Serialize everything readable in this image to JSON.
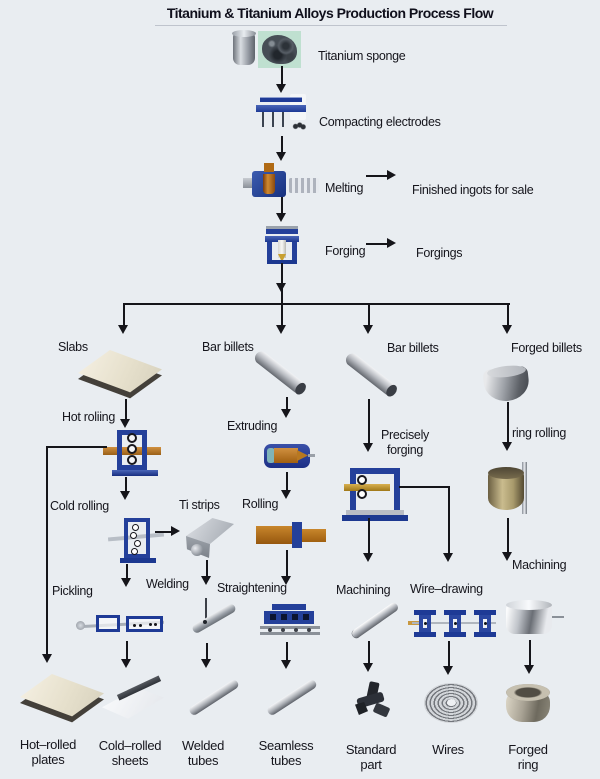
{
  "title": "Titanium & Titanium Alloys Production Process Flow",
  "colors": {
    "background": "#e9edf1",
    "machine_blue": "#24409a",
    "copper": "#c07820",
    "gold_bar": "#c8a030",
    "line": "#15151a",
    "text": "#15151c",
    "sponge_green": "#bfe0d0"
  },
  "top_chain": {
    "sponge": "Titanium sponge",
    "compacting": "Compacting electrodes",
    "melting": "Melting",
    "melting_output": "Finished ingots for sale",
    "forging": "Forging",
    "forging_output": "Forgings"
  },
  "branch_inputs": {
    "slabs": "Slabs",
    "bar_billets_1": "Bar billets",
    "bar_billets_2": "Bar billets",
    "forged_billets": "Forged billets"
  },
  "processes": {
    "hot_rolling": "Hot roliing",
    "cold_rolling": "Cold rolling",
    "pickling": "Pickling",
    "ti_strips": "Ti strips",
    "welding": "Welding",
    "extruding": "Extruding",
    "rolling": "Rolling",
    "straightening": "Straightening",
    "precisely_forging_line1": "Precisely",
    "precisely_forging_line2": "forging",
    "machining_bar": "Machining",
    "wire_drawing": "Wire–drawing",
    "ring_rolling": "ring rolling",
    "machining_ring": "Machining"
  },
  "products": {
    "hot_rolled_line1": "Hot–rolled",
    "hot_rolled_line2": "plates",
    "cold_rolled_line1": "Cold–rolled",
    "cold_rolled_line2": "sheets",
    "welded_line1": "Welded",
    "welded_line2": "tubes",
    "seamless_line1": "Seamless",
    "seamless_line2": "tubes",
    "standard_line1": "Standard",
    "standard_line2": "part",
    "wires": "Wires",
    "forged_ring_line1": "Forged",
    "forged_ring_line2": "ring"
  }
}
